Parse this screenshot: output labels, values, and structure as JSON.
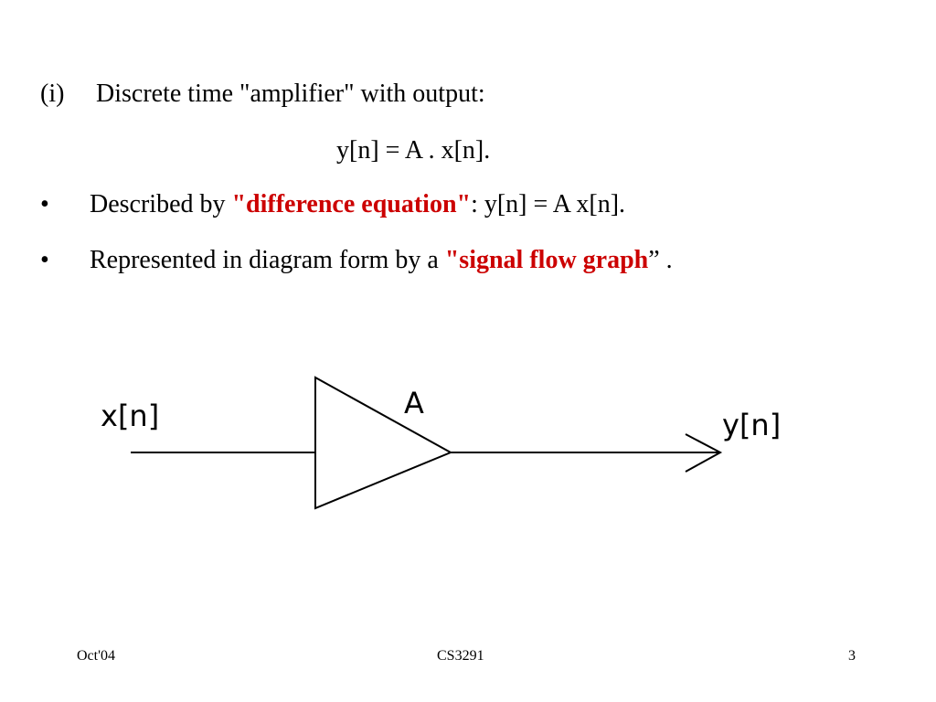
{
  "content": {
    "item_marker": "(i)",
    "item_text": "Discrete time \"amplifier\" with output:",
    "equation": "y[n] = A .  x[n].",
    "bullets": [
      {
        "symbol": "•",
        "pre": "Described by ",
        "highlight": "\"difference equation\"",
        "post": ":  y[n]  =  A x[n]."
      },
      {
        "symbol": "•",
        "pre": "Represented  in diagram form by a ",
        "highlight": "\"signal flow graph",
        "post": "” ."
      }
    ]
  },
  "diagram": {
    "input_label": "x[n]",
    "gain_label": "A",
    "output_label": "y[n]"
  },
  "footer": {
    "date": "Oct'04",
    "course": "CS3291",
    "page": "3"
  },
  "colors": {
    "highlight": "#cc0000",
    "stroke": "#000000"
  }
}
